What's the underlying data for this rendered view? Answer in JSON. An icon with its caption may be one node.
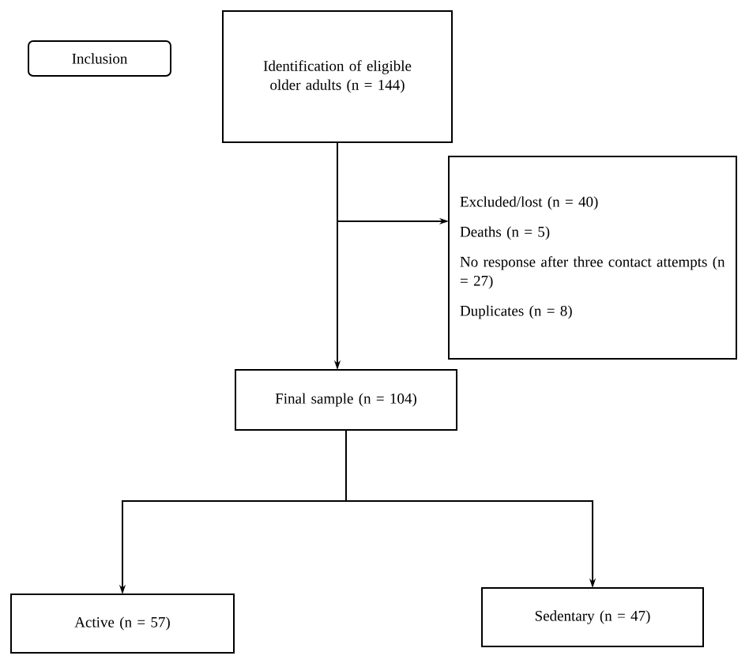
{
  "diagram": {
    "nodes": [
      {
        "text": [
          "Inclusion"
        ]
      },
      {
        "text": [
          "Identification of eligible older adults (n = 144)"
        ]
      },
      {
        "text": [
          "Excluded/lost (n = 40)",
          "Deaths (n = 5)",
          "No response after three contact attempts (n = 27)",
          "Duplicates (n = 8)"
        ]
      },
      {
        "text": [
          "Final sample (n = 104)"
        ]
      },
      {
        "text": [
          "Active (n = 57)"
        ]
      },
      {
        "text": [
          "Sedentary (n = 47)"
        ]
      }
    ],
    "edges": [
      {
        "from": 1,
        "to": 3,
        "arrow": "to"
      },
      {
        "from": 1,
        "to": 2,
        "arrow": "to"
      },
      {
        "from": 3,
        "to": 4,
        "arrow": "to"
      },
      {
        "from": 3,
        "to": 5,
        "arrow": "to"
      }
    ]
  }
}
